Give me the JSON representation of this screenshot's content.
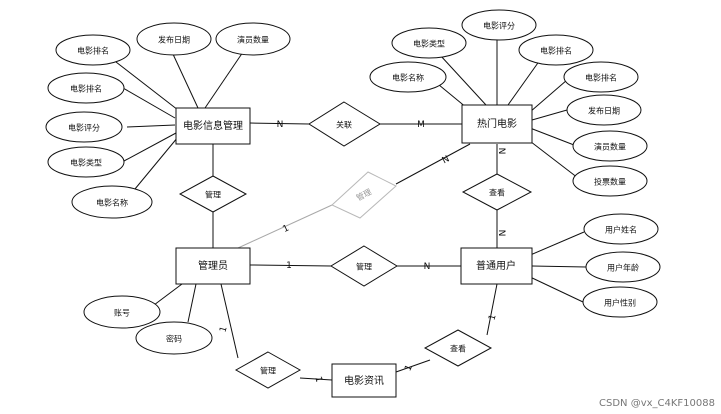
{
  "entities": {
    "movie_info_mgmt": "电影信息管理",
    "hot_movie": "热门电影",
    "admin": "管理员",
    "normal_user": "普通用户",
    "movie_news": "电影资讯"
  },
  "relationships": {
    "link": "关联",
    "manage_left": "管理",
    "manage_faint": "管理",
    "manage_mid": "管理",
    "manage_bottom": "管理",
    "browse_hot": "查看",
    "browse_news": "查看"
  },
  "attributes": {
    "mim_rank_top": "电影排名",
    "mim_release": "发布日期",
    "mim_actors": "演员数量",
    "mim_rank": "电影排名",
    "mim_rating": "电影评分",
    "mim_type": "电影类型",
    "mim_name": "电影名称",
    "hm_rating": "电影评分",
    "hm_type": "电影类型",
    "hm_rank_a": "电影排名",
    "hm_name": "电影名称",
    "hm_rank_b": "电影排名",
    "hm_release": "发布日期",
    "hm_actors": "演员数量",
    "hm_votes": "投票数量",
    "user_name": "用户姓名",
    "user_age": "用户年龄",
    "user_gender": "用户性别",
    "admin_account": "账号",
    "admin_password": "密码"
  },
  "cardinalities": {
    "link_left": "N",
    "link_right": "M",
    "hot_top": "N",
    "hot_bottom": "N",
    "faint_admin": "1",
    "faint_hot": "N",
    "mid_admin": "1",
    "mid_user": "N",
    "admin_down": "1",
    "news_left": "1",
    "news_right": "1",
    "user_down": "1"
  },
  "watermark": "CSDN @vx_C4KF10088"
}
